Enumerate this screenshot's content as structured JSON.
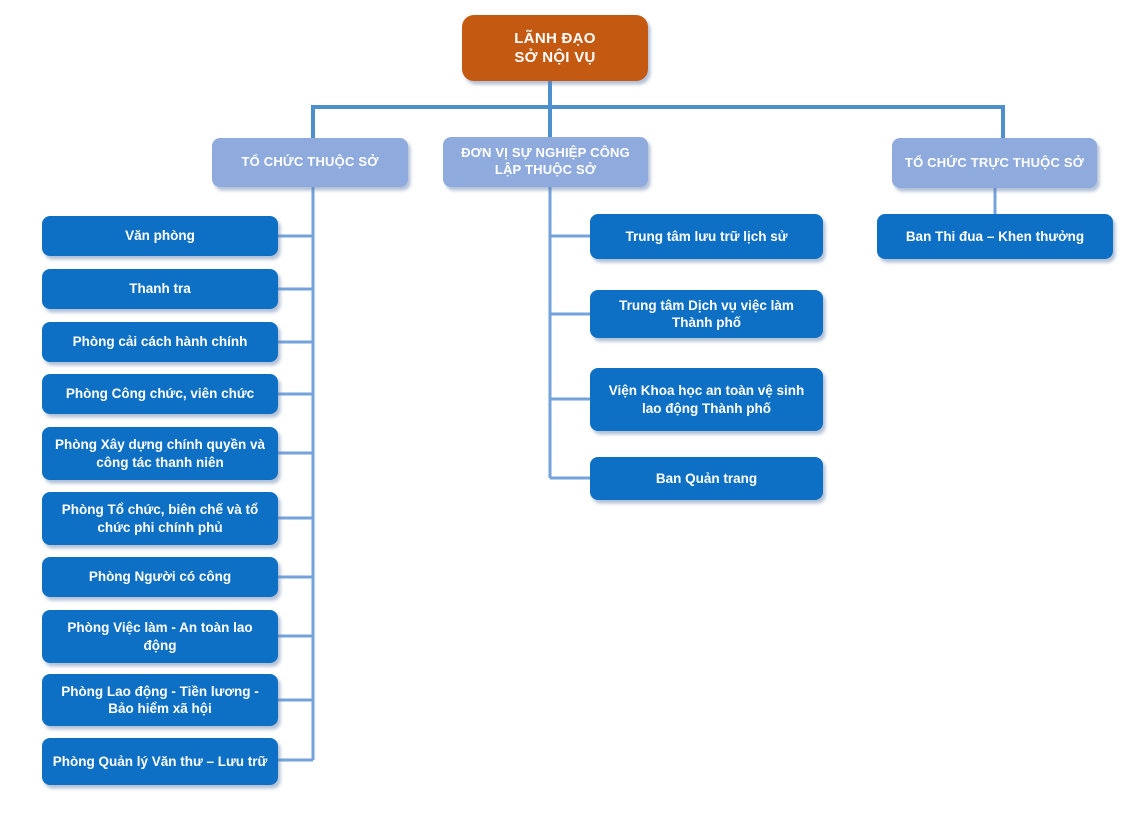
{
  "title": "Sơ đồ tổ chức Sở Nội vụ",
  "palette": {
    "root_bg": "#C45911",
    "header_bg": "#8FAADC",
    "item_bg": "#0E70C4",
    "trunk": "#4E8FCE",
    "branch": "#74A3DB"
  },
  "root": {
    "label": "LÃNH ĐẠO\nSỞ NỘI VỤ"
  },
  "columns": [
    {
      "header": "TỔ CHỨC THUỘC SỞ",
      "items": [
        "Văn phòng",
        "Thanh tra",
        "Phòng cải cách hành chính",
        "Phòng Công chức, viên chức",
        "Phòng Xây dựng chính quyền và công tác thanh niên",
        "Phòng Tổ chức, biên chế và tổ chức phi chính phủ",
        "Phòng Người có công",
        "Phòng Việc làm - An toàn lao động",
        "Phòng Lao động - Tiền lương - Bảo hiểm xã hội",
        "Phòng Quản lý Văn thư – Lưu trữ"
      ]
    },
    {
      "header": "ĐƠN VỊ SỰ NGHIỆP CÔNG LẬP THUỘC SỞ",
      "items": [
        "Trung tâm lưu trữ lịch sử",
        "Trung tâm Dịch vụ việc làm Thành phố",
        "Viện Khoa học an toàn vệ sinh lao động Thành phố",
        "Ban Quản trang"
      ]
    },
    {
      "header": "TỔ CHỨC TRỰC THUỘC SỞ",
      "items": [
        "Ban Thi đua – Khen thưởng"
      ]
    }
  ]
}
